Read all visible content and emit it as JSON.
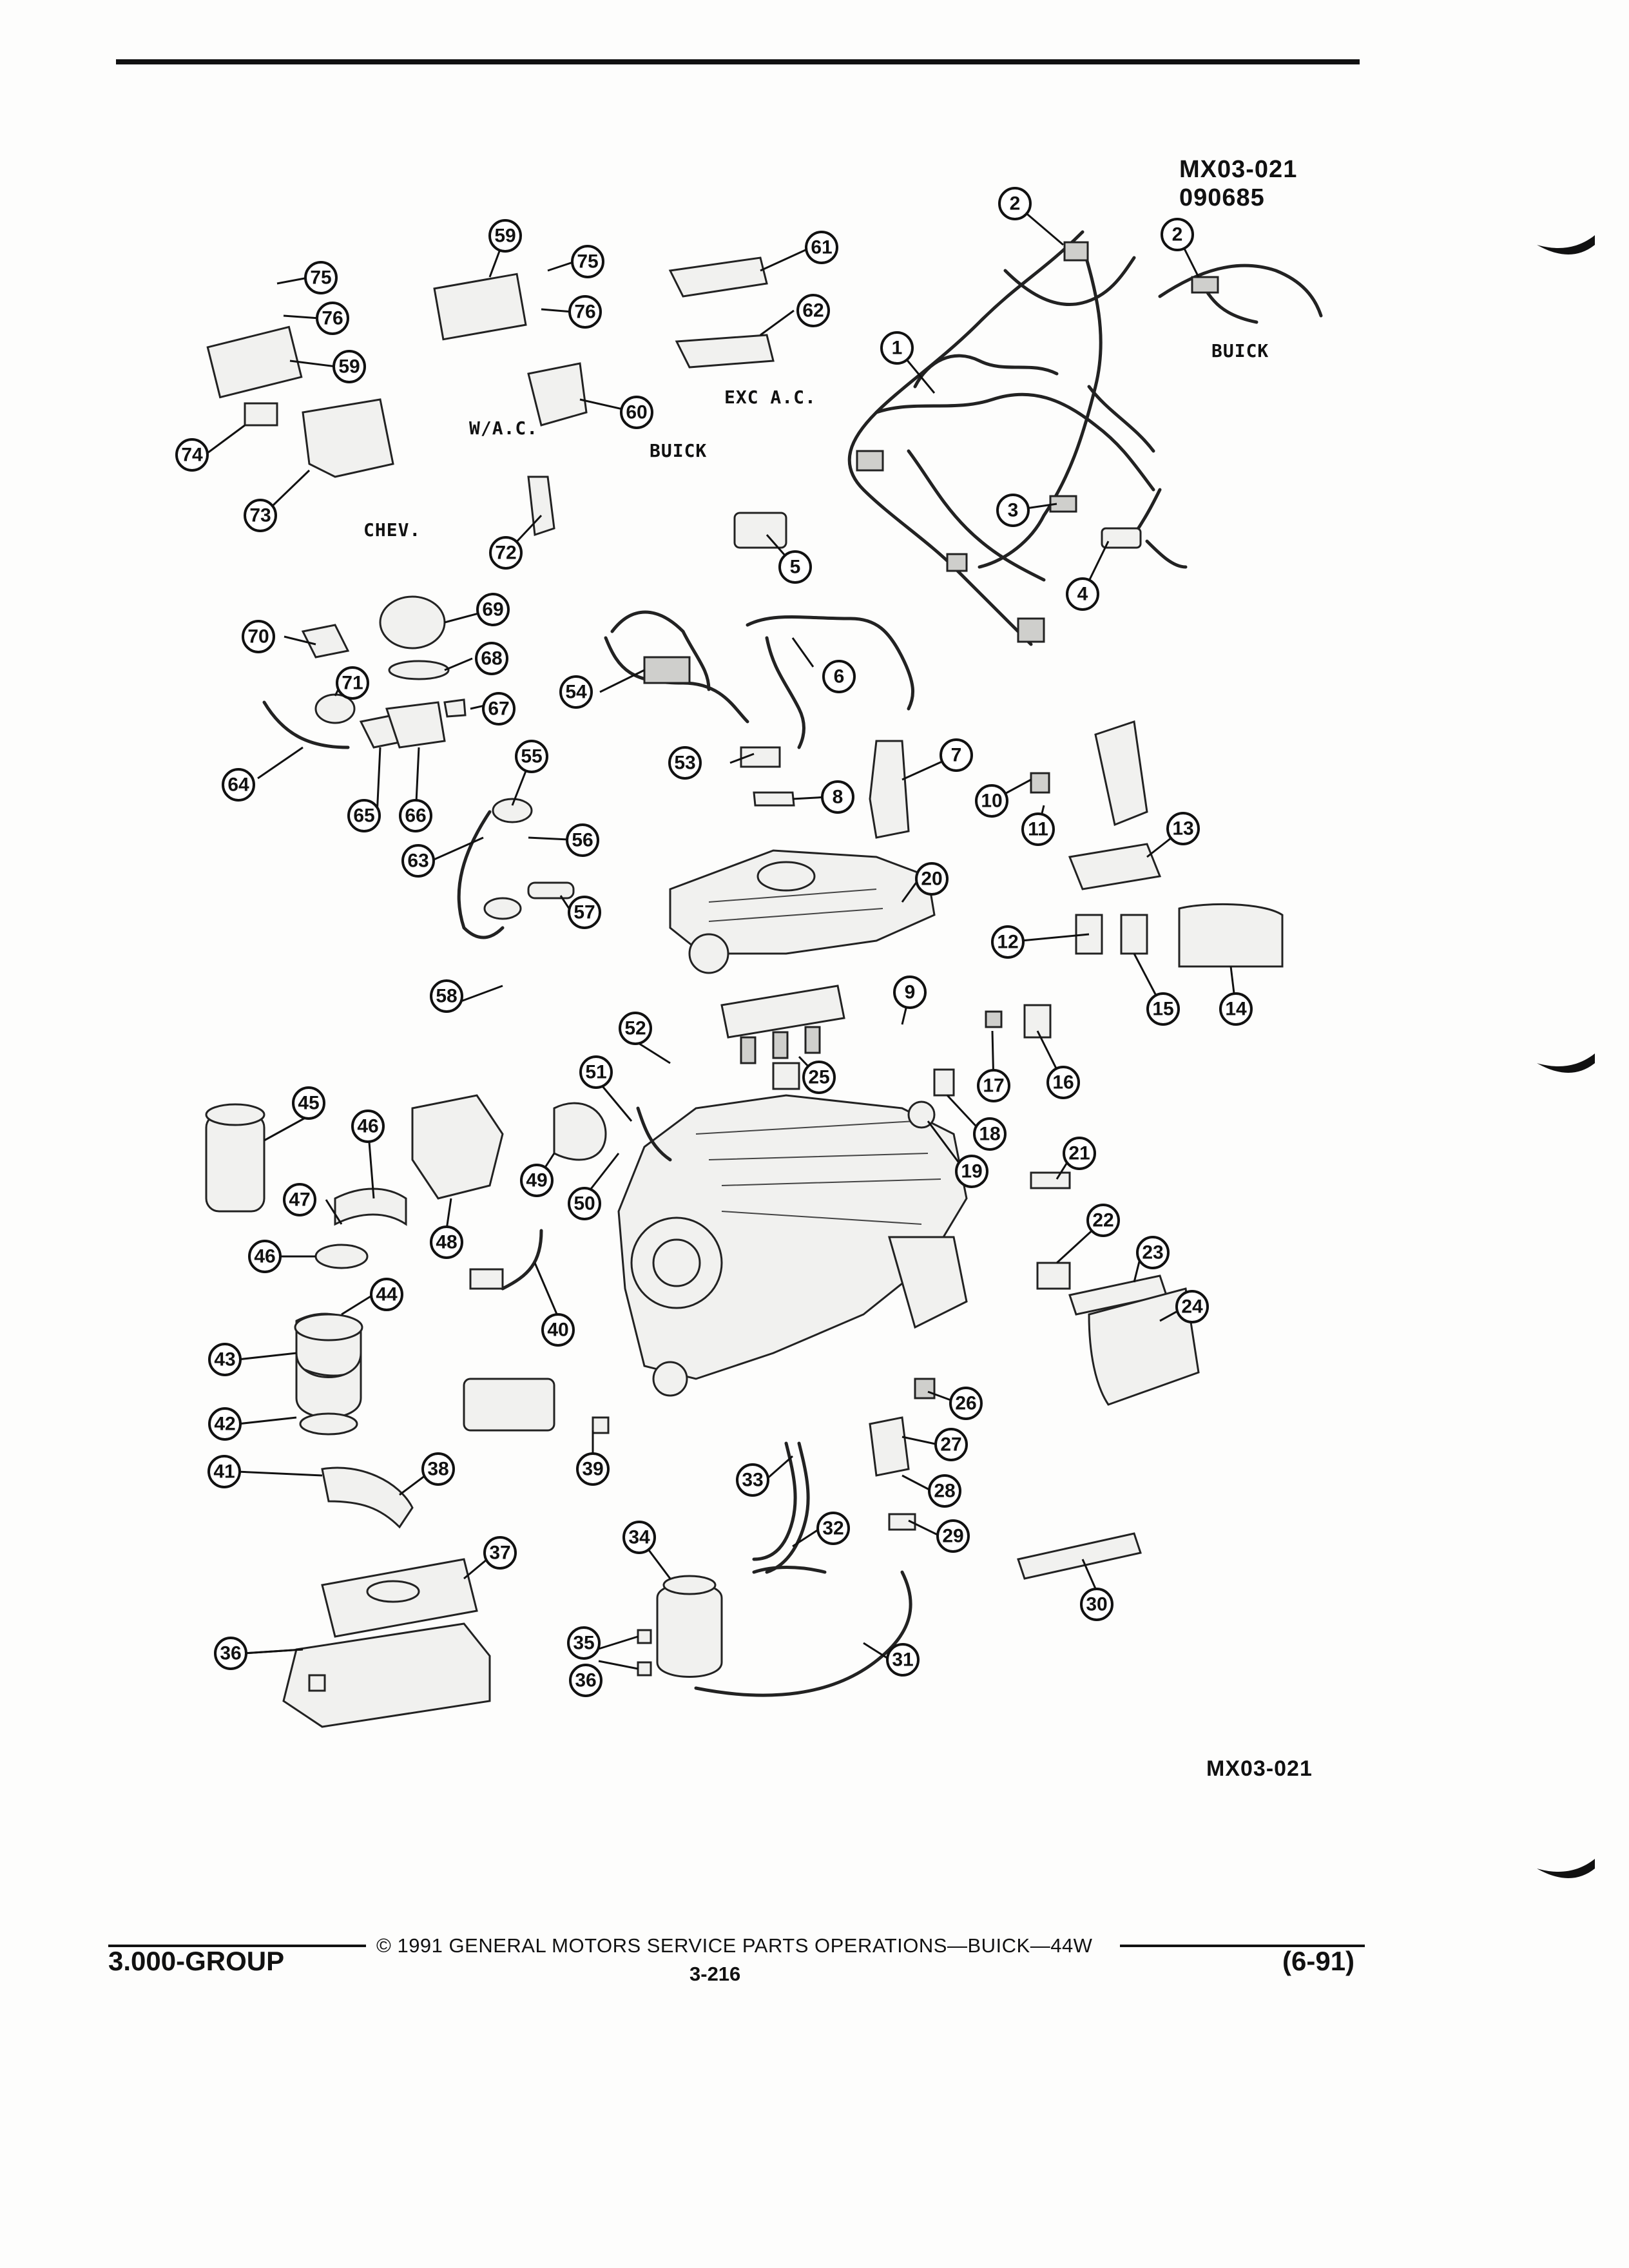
{
  "figure": {
    "id_top": "MX03-021",
    "date_code": "090685",
    "id_bottom": "MX03-021"
  },
  "variants": {
    "buick_top": "BUICK",
    "buick_left": "BUICK",
    "exc_ac": "EXC A.C.",
    "w_ac": "W/A.C.",
    "chev": "CHEV."
  },
  "callouts": [
    "1",
    "2",
    "3",
    "4",
    "5",
    "6",
    "7",
    "8",
    "9",
    "10",
    "11",
    "12",
    "13",
    "14",
    "15",
    "16",
    "17",
    "18",
    "19",
    "20",
    "21",
    "22",
    "23",
    "24",
    "25",
    "26",
    "27",
    "28",
    "29",
    "30",
    "31",
    "32",
    "33",
    "34",
    "35",
    "36",
    "37",
    "38",
    "39",
    "40",
    "41",
    "42",
    "43",
    "44",
    "45",
    "46",
    "47",
    "48",
    "49",
    "50",
    "51",
    "52",
    "53",
    "54",
    "55",
    "56",
    "57",
    "58",
    "59",
    "60",
    "61",
    "62",
    "63",
    "64",
    "65",
    "66",
    "67",
    "68",
    "69",
    "70",
    "71",
    "72",
    "73",
    "74",
    "75",
    "76"
  ],
  "footer": {
    "copyright": "© 1991 GENERAL MOTORS SERVICE PARTS OPERATIONS—BUICK—44W",
    "group": "3.000-GROUP",
    "page": "3-216",
    "date": "(6-91)"
  }
}
